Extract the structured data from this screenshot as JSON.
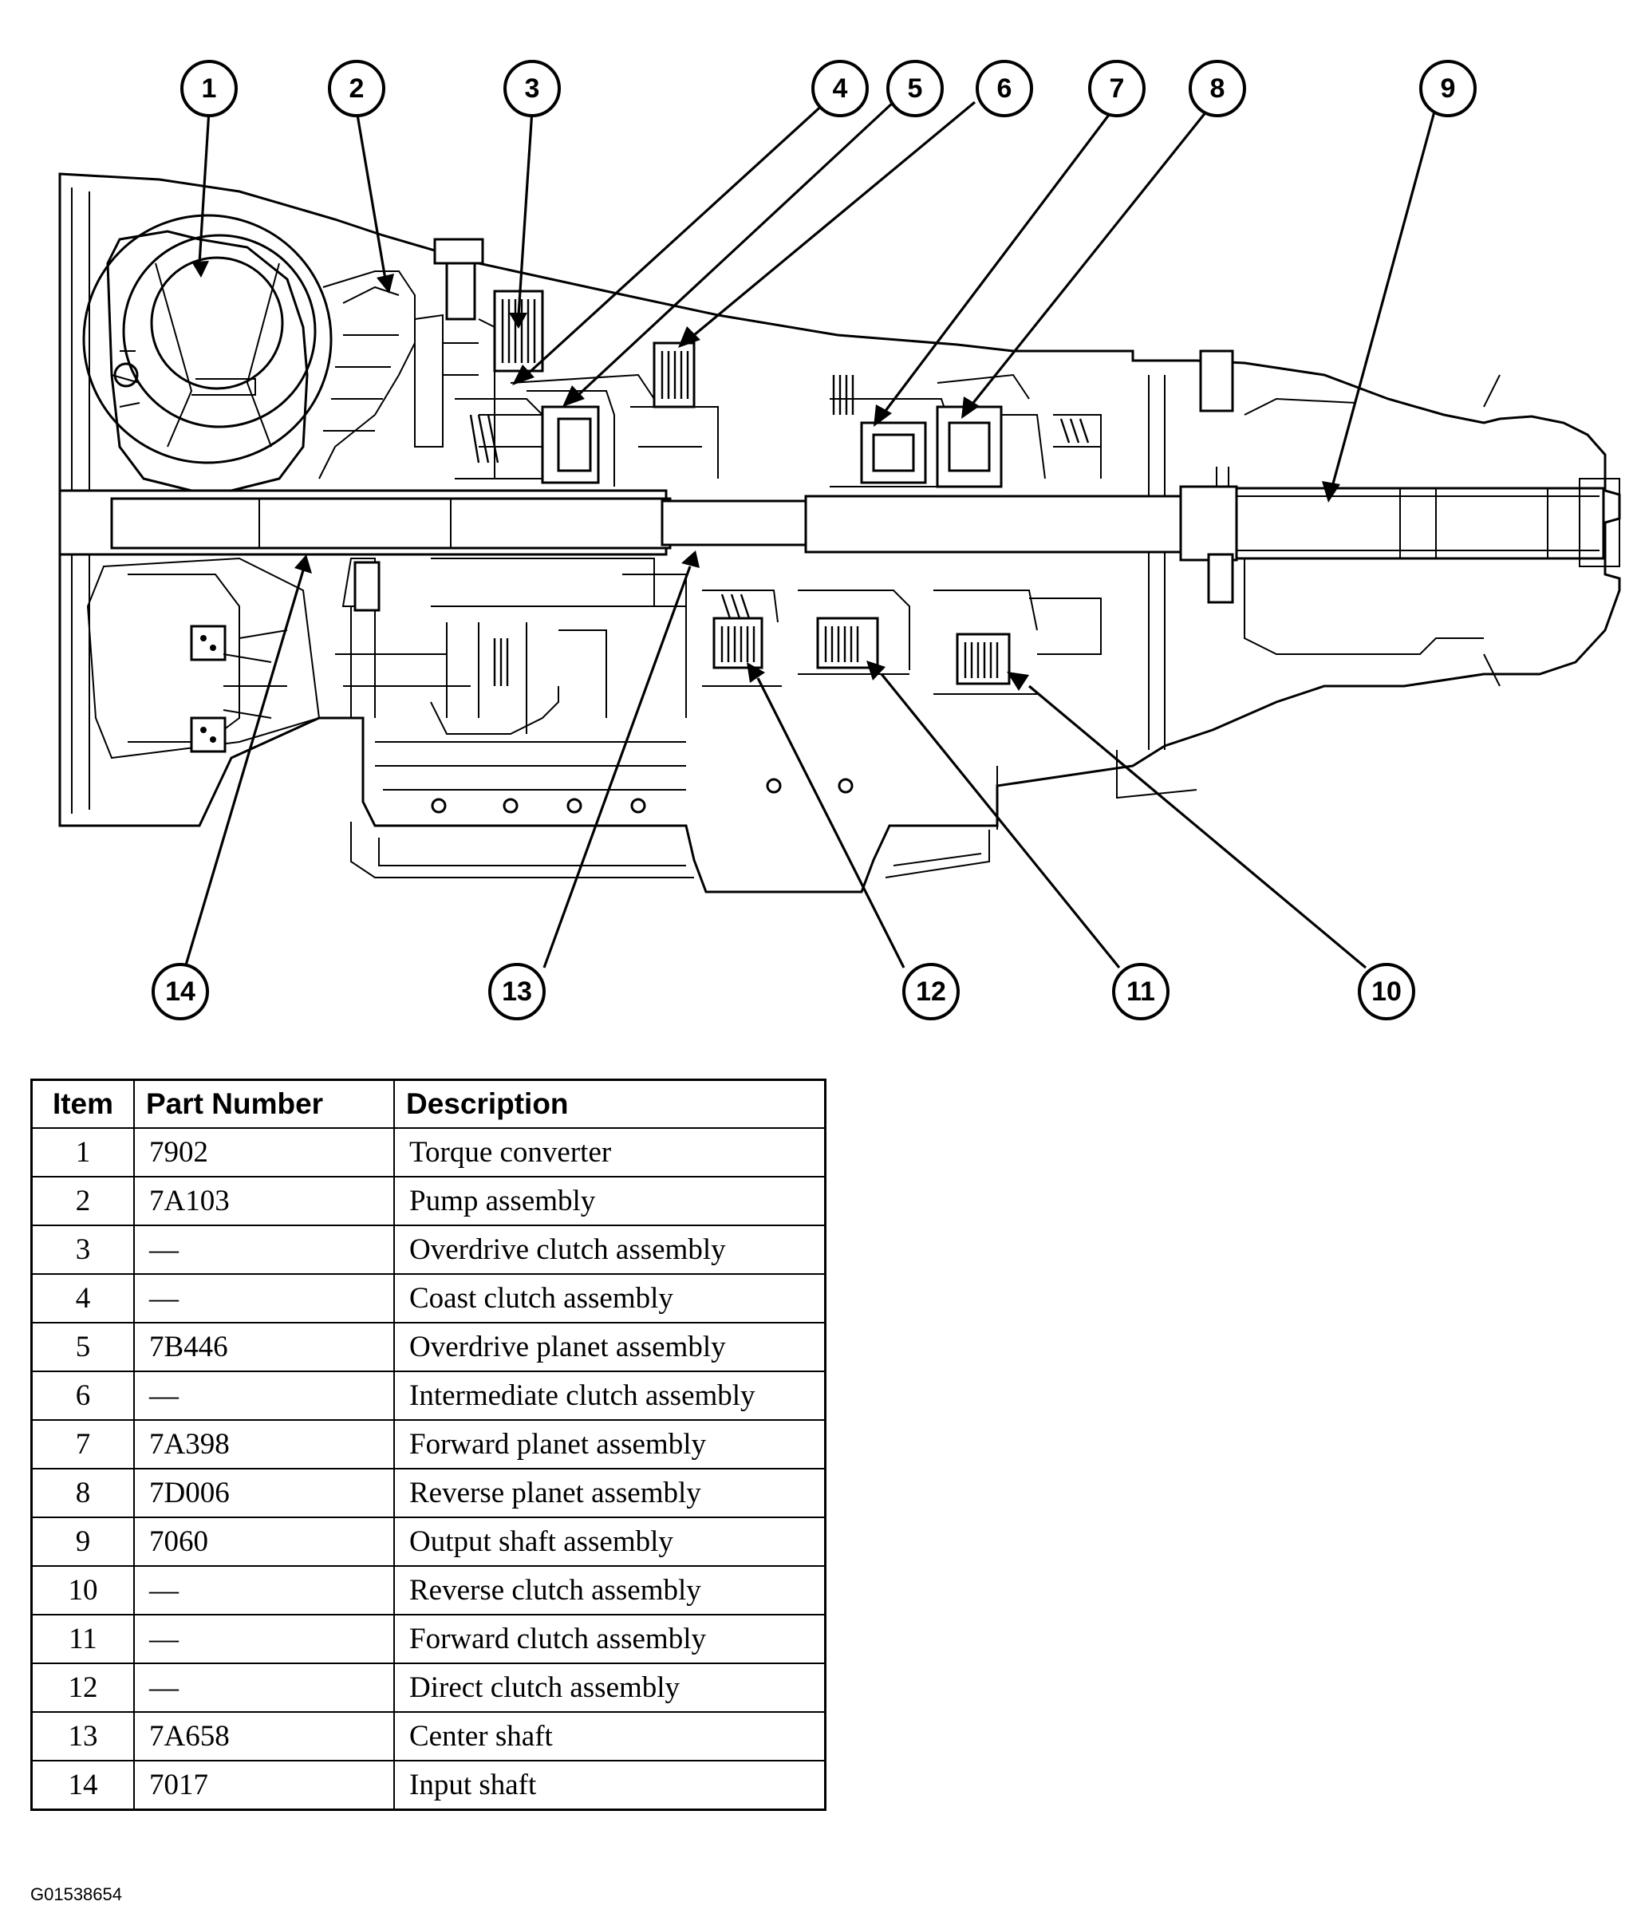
{
  "callouts": [
    "1",
    "2",
    "3",
    "4",
    "5",
    "6",
    "7",
    "8",
    "9",
    "10",
    "11",
    "12",
    "13",
    "14"
  ],
  "table": {
    "headers": [
      "Item",
      "Part Number",
      "Description"
    ],
    "rows": [
      {
        "item": "1",
        "part": "7902",
        "desc": "Torque converter"
      },
      {
        "item": "2",
        "part": "7A103",
        "desc": "Pump assembly"
      },
      {
        "item": "3",
        "part": "—",
        "desc": "Overdrive clutch assembly"
      },
      {
        "item": "4",
        "part": "—",
        "desc": "Coast clutch assembly"
      },
      {
        "item": "5",
        "part": "7B446",
        "desc": "Overdrive planet assembly"
      },
      {
        "item": "6",
        "part": "—",
        "desc": "Intermediate clutch assembly"
      },
      {
        "item": "7",
        "part": "7A398",
        "desc": "Forward planet assembly"
      },
      {
        "item": "8",
        "part": "7D006",
        "desc": "Reverse planet assembly"
      },
      {
        "item": "9",
        "part": "7060",
        "desc": "Output shaft assembly"
      },
      {
        "item": "10",
        "part": "—",
        "desc": "Reverse clutch assembly"
      },
      {
        "item": "11",
        "part": "—",
        "desc": "Forward clutch assembly"
      },
      {
        "item": "12",
        "part": "—",
        "desc": "Direct clutch assembly"
      },
      {
        "item": "13",
        "part": "7A658",
        "desc": "Center shaft"
      },
      {
        "item": "14",
        "part": "7017",
        "desc": "Input shaft"
      }
    ]
  },
  "figure_id": "G01538654"
}
